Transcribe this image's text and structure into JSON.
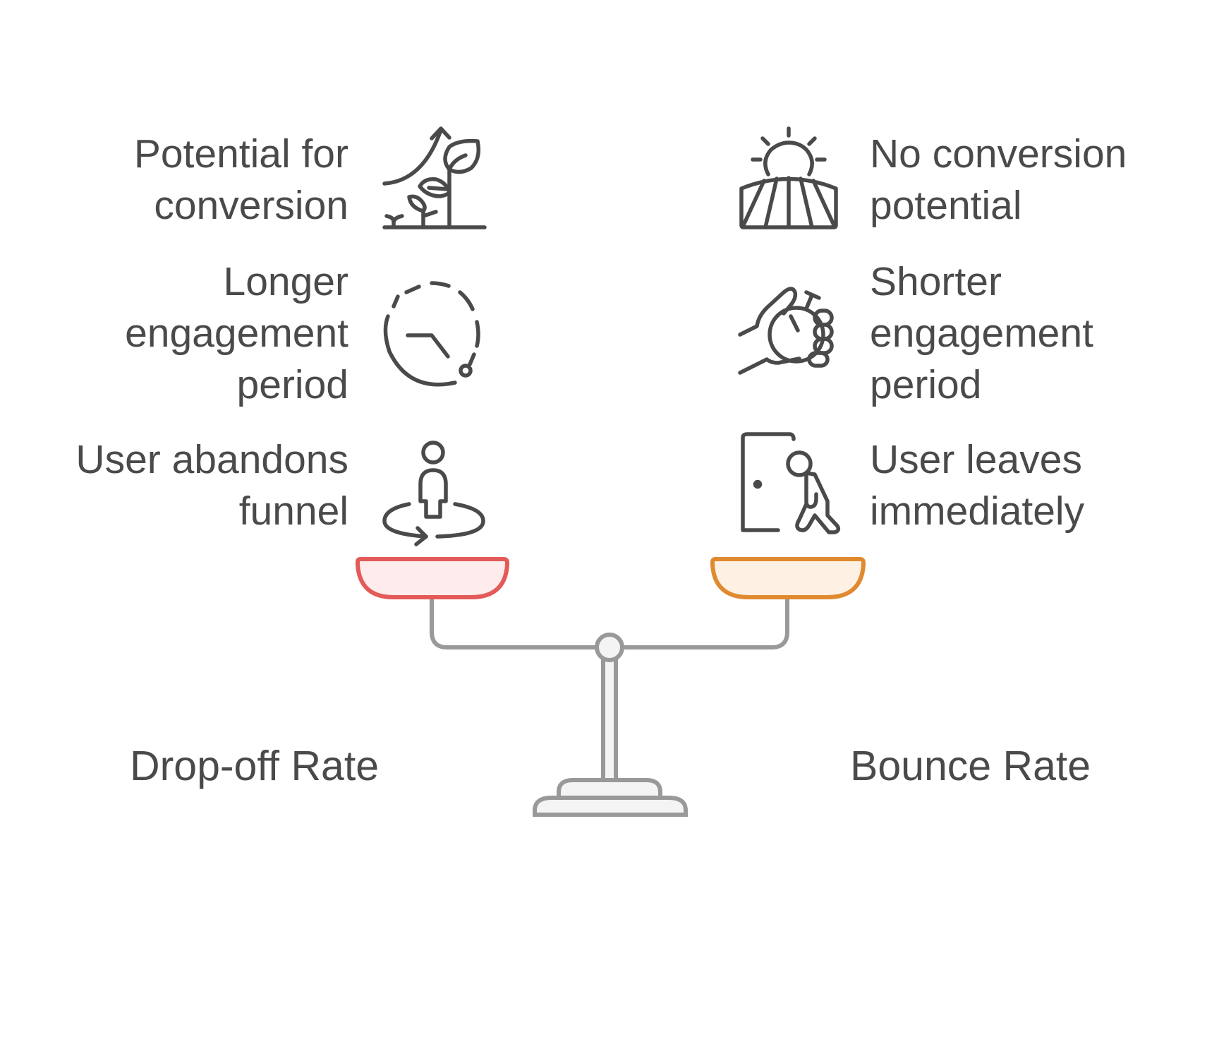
{
  "diagram": {
    "type": "balance-scale-comparison",
    "left": {
      "title": "Drop-off Rate",
      "pan_color": "#e35a58",
      "pan_fill": "#feecec",
      "items": [
        {
          "lines": [
            "Potential for",
            "conversion"
          ],
          "icon": "plant-growth-icon"
        },
        {
          "lines": [
            "Longer",
            "engagement",
            "period"
          ],
          "icon": "dashed-clock-icon"
        },
        {
          "lines": [
            "User abandons",
            "funnel"
          ],
          "icon": "person-rotate-icon"
        }
      ]
    },
    "right": {
      "title": "Bounce Rate",
      "pan_color": "#e08a30",
      "pan_fill": "#fef1e3",
      "items": [
        {
          "lines": [
            "No conversion",
            "potential"
          ],
          "icon": "sun-field-icon"
        },
        {
          "lines": [
            "Shorter",
            "engagement",
            "period"
          ],
          "icon": "hand-stopwatch-icon"
        },
        {
          "lines": [
            "User leaves",
            "immediately"
          ],
          "icon": "door-exit-icon"
        }
      ]
    },
    "colors": {
      "text": "#4a4a4a",
      "icon_stroke": "#4a4a4a",
      "stand_stroke": "#999999",
      "stand_fill": "#f4f4f4"
    }
  }
}
